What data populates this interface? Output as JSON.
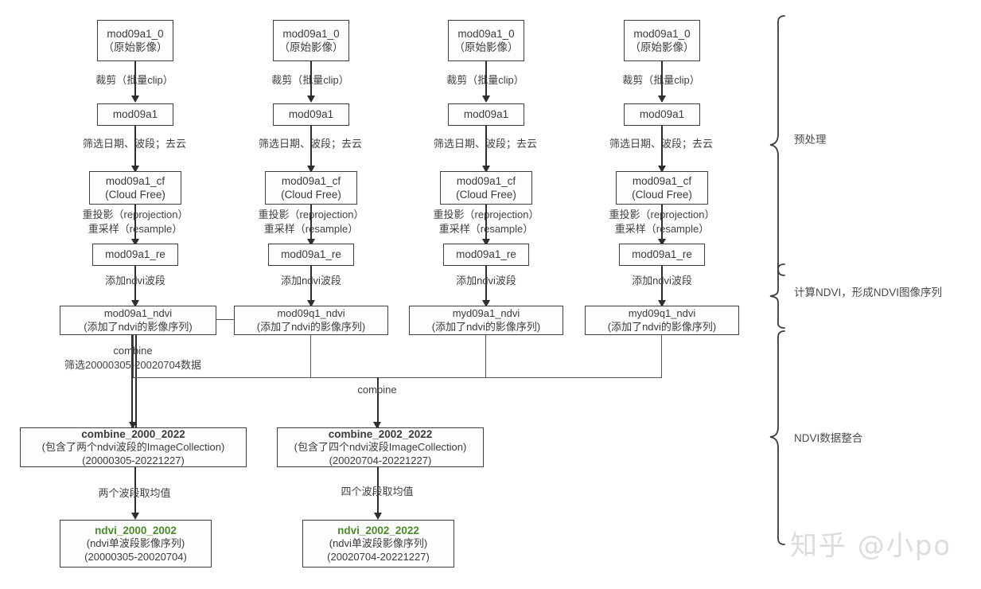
{
  "diagram": {
    "title": "NDVI ImageCollection processing flowchart",
    "accent_green": "#4a8c2a",
    "line_color": "#2e2e2e",
    "box_border": "#3f3f3f"
  },
  "columns": [
    {
      "id": "col1",
      "source": {
        "l1": "mod09a1_0",
        "l2": "（原始影像）"
      },
      "edge_clip": "裁剪（批量clip）",
      "clipped": {
        "l1": "mod09a1"
      },
      "edge_filter": "筛选日期、波段；去云",
      "cloudfree": {
        "l1": "mod09a1_cf",
        "l2": "(Cloud Free)"
      },
      "edge_reproject": {
        "l1": "重投影（reprojection）",
        "l2": "重采样（resample）"
      },
      "resampled": {
        "l1": "mod09a1_re"
      },
      "edge_ndvi": "添加ndvi波段",
      "ndvi": {
        "l1": "mod09a1_ndvi",
        "l2": "(添加了ndvi的影像序列)"
      }
    },
    {
      "id": "col2",
      "source": {
        "l1": "mod09a1_0",
        "l2": "（原始影像）"
      },
      "edge_clip": "裁剪（批量clip）",
      "clipped": {
        "l1": "mod09a1"
      },
      "edge_filter": "筛选日期、波段；去云",
      "cloudfree": {
        "l1": "mod09a1_cf",
        "l2": "(Cloud Free)"
      },
      "edge_reproject": {
        "l1": "重投影（reprojection）",
        "l2": "重采样（resample）"
      },
      "resampled": {
        "l1": "mod09a1_re"
      },
      "edge_ndvi": "添加ndvi波段",
      "ndvi": {
        "l1": "mod09q1_ndvi",
        "l2": "(添加了ndvi的影像序列)"
      }
    },
    {
      "id": "col3",
      "source": {
        "l1": "mod09a1_0",
        "l2": "（原始影像）"
      },
      "edge_clip": "裁剪（批量clip）",
      "clipped": {
        "l1": "mod09a1"
      },
      "edge_filter": "筛选日期、波段；去云",
      "cloudfree": {
        "l1": "mod09a1_cf",
        "l2": "(Cloud Free)"
      },
      "edge_reproject": {
        "l1": "重投影（reprojection）",
        "l2": "重采样（resample）"
      },
      "resampled": {
        "l1": "mod09a1_re"
      },
      "edge_ndvi": "添加ndvi波段",
      "ndvi": {
        "l1": "myd09a1_ndvi",
        "l2": "(添加了ndvi的影像序列)"
      }
    },
    {
      "id": "col4",
      "source": {
        "l1": "mod09a1_0",
        "l2": "（原始影像）"
      },
      "edge_clip": "裁剪（批量clip）",
      "clipped": {
        "l1": "mod09a1"
      },
      "edge_filter": "筛选日期、波段；去云",
      "cloudfree": {
        "l1": "mod09a1_cf",
        "l2": "(Cloud Free)"
      },
      "edge_reproject": {
        "l1": "重投影（reprojection）",
        "l2": "重采样（resample）"
      },
      "resampled": {
        "l1": "mod09a1_re"
      },
      "edge_ndvi": "添加ndvi波段",
      "ndvi": {
        "l1": "myd09q1_ndvi",
        "l2": "(添加了ndvi的影像序列)"
      }
    }
  ],
  "merge": {
    "left_edge_line1": "combine",
    "left_edge_line2": "筛选20000305-20020704数据",
    "right_edge_label": "combine",
    "combine_left": {
      "l1": "combine_2000_2022",
      "l2": "(包含了两个ndvi波段的ImageCollection)",
      "l3": "(20000305-20221227)"
    },
    "combine_right": {
      "l1": "combine_2002_2022",
      "l2": "(包含了四个ndvi波段ImageCollection)",
      "l3": "(20020704-20221227)"
    },
    "mean_left_label": "两个波段取均值",
    "mean_right_label": "四个波段取均值",
    "result_left": {
      "l1": "ndvi_2000_2002",
      "l2": "(ndvi单波段影像序列)",
      "l3": "(20000305-20020704)"
    },
    "result_right": {
      "l1": "ndvi_2002_2022",
      "l2": "(ndvi单波段影像序列)",
      "l3": "(20020704-20221227)"
    }
  },
  "stages": [
    {
      "label": "预处理"
    },
    {
      "label": "计算NDVI，形成NDVI图像序列"
    },
    {
      "label": "NDVI数据整合"
    }
  ],
  "watermark": {
    "text": "知乎 @小po"
  }
}
